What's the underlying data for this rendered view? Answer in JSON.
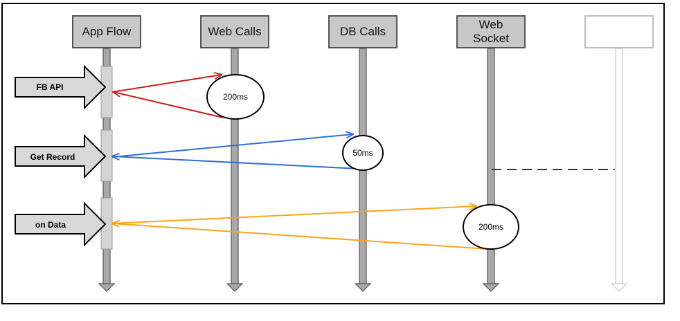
{
  "lanes": [
    {
      "label": "App Flow"
    },
    {
      "label": "Web Calls"
    },
    {
      "label": "DB Calls"
    },
    {
      "label": "Web\nSocket"
    },
    {
      "label": ""
    }
  ],
  "triggers": [
    {
      "label": "FB API"
    },
    {
      "label": "Get Record"
    },
    {
      "label": "on Data"
    }
  ],
  "durations": [
    {
      "label": "200ms"
    },
    {
      "label": "50ms"
    },
    {
      "label": "200ms"
    }
  ],
  "colors": {
    "fb_api": "#cc1f1f",
    "get_record": "#2f6fd6",
    "on_data": "#ffa31a",
    "lifeline": "#a8a8a8",
    "lifeline_faded": "#d6d6d6",
    "activation": "#d0d0d0"
  }
}
